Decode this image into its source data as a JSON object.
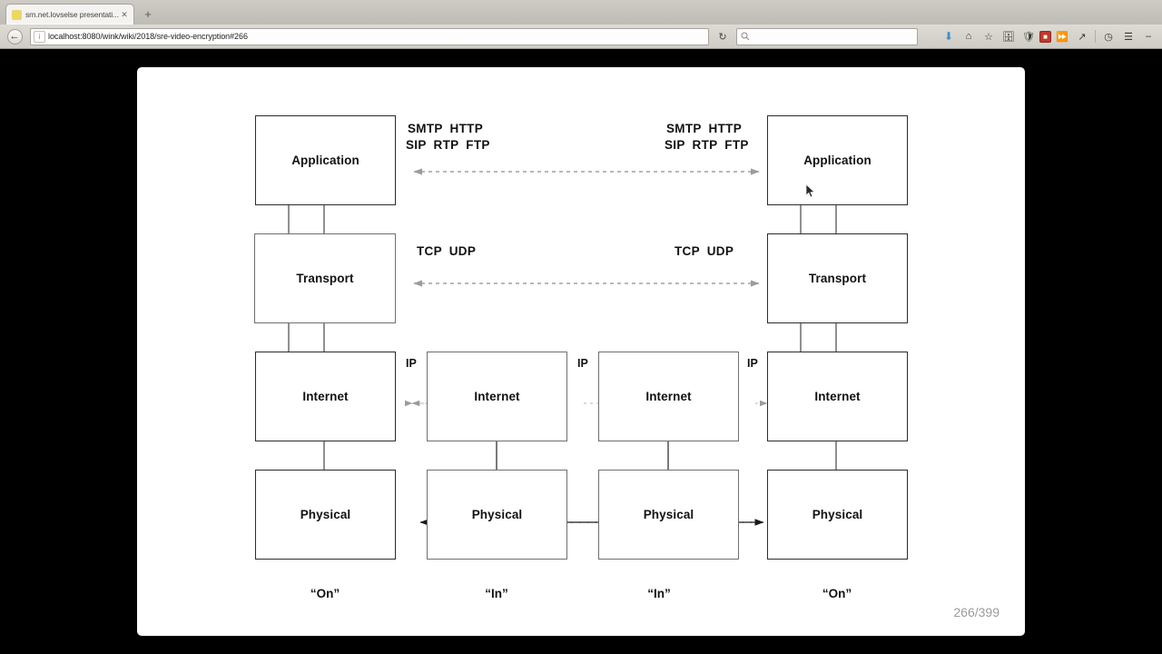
{
  "browser": {
    "tab": {
      "title": "srn.net.lovselse presentati...",
      "favicon_icon": "page-favicon",
      "close_icon": "close-icon",
      "new_tab_icon": "plus-icon"
    },
    "back_icon": "back-arrow-icon",
    "url": "localhost:8080/wink/wiki/2018/sre-video-encryption#266",
    "url_ident_icon": "info-icon",
    "reload_icon": "reload-icon",
    "search_placeholder": "",
    "search_icon": "search-icon",
    "toolbar_icons": [
      "download-icon",
      "home-icon",
      "star-icon",
      "archive-icon",
      "shield-icon",
      "adblock-icon",
      "send-icon",
      "pocket-icon",
      "clock-icon",
      "menu-icon",
      "minimize-icon"
    ]
  },
  "slide": {
    "page_number": "266/399",
    "cursor_icon": "mouse-pointer-icon",
    "nodes": {
      "left": [
        {
          "label": "Application"
        },
        {
          "label": "Transport"
        },
        {
          "label": "Internet"
        },
        {
          "label": "Physical"
        }
      ],
      "mid1": [
        {
          "label": "Internet"
        },
        {
          "label": "Physical"
        }
      ],
      "mid2": [
        {
          "label": "Internet"
        },
        {
          "label": "Physical"
        }
      ],
      "right": [
        {
          "label": "Application"
        },
        {
          "label": "Transport"
        },
        {
          "label": "Internet"
        },
        {
          "label": "Physical"
        }
      ]
    },
    "protocol_labels": {
      "app_left_line1": "SMTP  HTTP",
      "app_left_line2": "SIP  RTP  FTP",
      "app_right_line1": "SMTP  HTTP",
      "app_right_line2": "SIP  RTP  FTP",
      "transport_left": "TCP  UDP",
      "transport_right": "TCP  UDP",
      "ip_1": "IP",
      "ip_2": "IP",
      "ip_3": "IP"
    },
    "foot_labels": [
      {
        "text": "“On”"
      },
      {
        "text": "“In”"
      },
      {
        "text": "“In”"
      },
      {
        "text": "“On”"
      }
    ]
  },
  "colors": {
    "slide_bg": "#ffffff",
    "stage_bg": "#000000",
    "stroke": "#2b2b2b",
    "dashed": "#1a1a1a",
    "page_number": "#9a9a9a"
  }
}
